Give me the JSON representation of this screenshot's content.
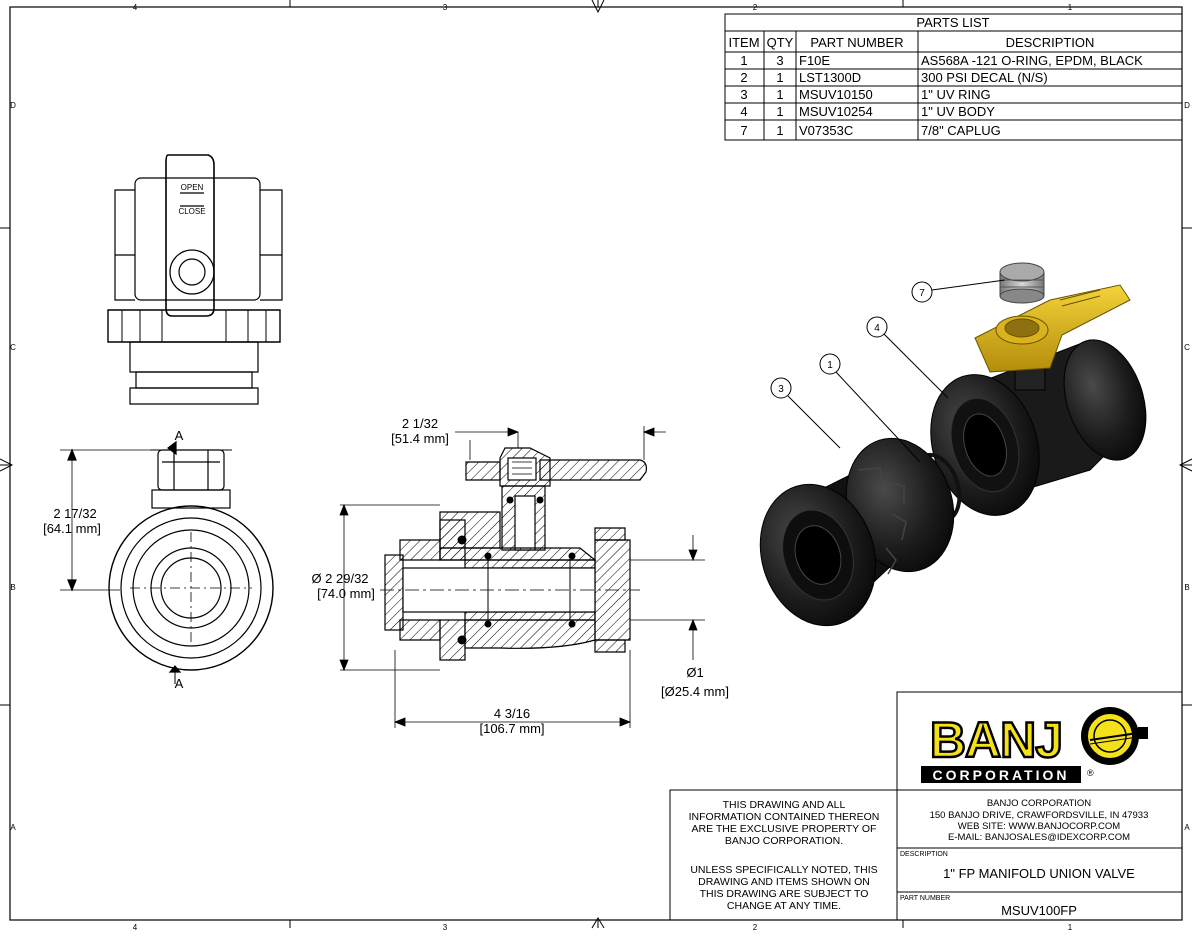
{
  "zones": {
    "top": [
      "4",
      "3",
      "2",
      "1"
    ],
    "bottom": [
      "4",
      "3",
      "2",
      "1"
    ],
    "left": [
      "D",
      "C",
      "B",
      "A"
    ],
    "right": [
      "D",
      "C",
      "B",
      "A"
    ]
  },
  "parts_list": {
    "title": "PARTS LIST",
    "headers": [
      "ITEM",
      "QTY",
      "PART NUMBER",
      "DESCRIPTION"
    ],
    "rows": [
      {
        "item": "1",
        "qty": "3",
        "part": "F10E",
        "desc": "AS568A -121 O-RING, EPDM, BLACK"
      },
      {
        "item": "2",
        "qty": "1",
        "part": "LST1300D",
        "desc": "300 PSI DECAL (N/S)"
      },
      {
        "item": "3",
        "qty": "1",
        "part": "MSUV10150",
        "desc": "1\" UV RING"
      },
      {
        "item": "4",
        "qty": "1",
        "part": "MSUV10254",
        "desc": "1\" UV BODY"
      },
      {
        "item": "7",
        "qty": "1",
        "part": "V07353C",
        "desc": "7/8\" CAPLUG"
      }
    ]
  },
  "handle_text": {
    "a": "OPEN",
    "b": "CLOSE"
  },
  "section_marks": {
    "top": "A",
    "bottom": "A"
  },
  "dimensions": {
    "height_in": "2 17/32",
    "height_mm": "[64.1 mm]",
    "handle_in": "2 1/32",
    "handle_mm": "[51.4 mm]",
    "dia_in": "Ø  2 29/32",
    "dia_mm": "[74.0 mm]",
    "length_in": "4 3/16",
    "length_mm": "[106.7 mm]",
    "bore_in": "Ø1",
    "bore_mm": "[Ø25.4 mm]"
  },
  "balloons": [
    "7",
    "4",
    "1",
    "3"
  ],
  "logo": {
    "word": "BANJ",
    "sub": "CORPORATION",
    "reg": "®",
    "colors": {
      "yellow": "#f5e11a",
      "black": "#000000"
    }
  },
  "company": {
    "name": "BANJO CORPORATION",
    "address": "150 BANJO DRIVE, CRAWFORDSVILLE, IN 47933",
    "web": "WEB SITE: WWW.BANJOCORP.COM",
    "email": "E-MAIL: BANJOSALES@IDEXCORP.COM"
  },
  "notice": {
    "p1": [
      "THIS DRAWING AND ALL",
      "INFORMATION CONTAINED THEREON",
      "ARE THE EXCLUSIVE PROPERTY OF",
      "BANJO CORPORATION."
    ],
    "p2": [
      "UNLESS SPECIFICALLY NOTED, THIS",
      "DRAWING AND ITEMS SHOWN ON",
      "THIS DRAWING ARE SUBJECT TO",
      "CHANGE AT ANY TIME."
    ]
  },
  "title_block": {
    "description_label": "DESCRIPTION",
    "description": "1\" FP MANIFOLD UNION VALVE",
    "part_number_label": "PART NUMBER",
    "part_number": "MSUV100FP"
  }
}
